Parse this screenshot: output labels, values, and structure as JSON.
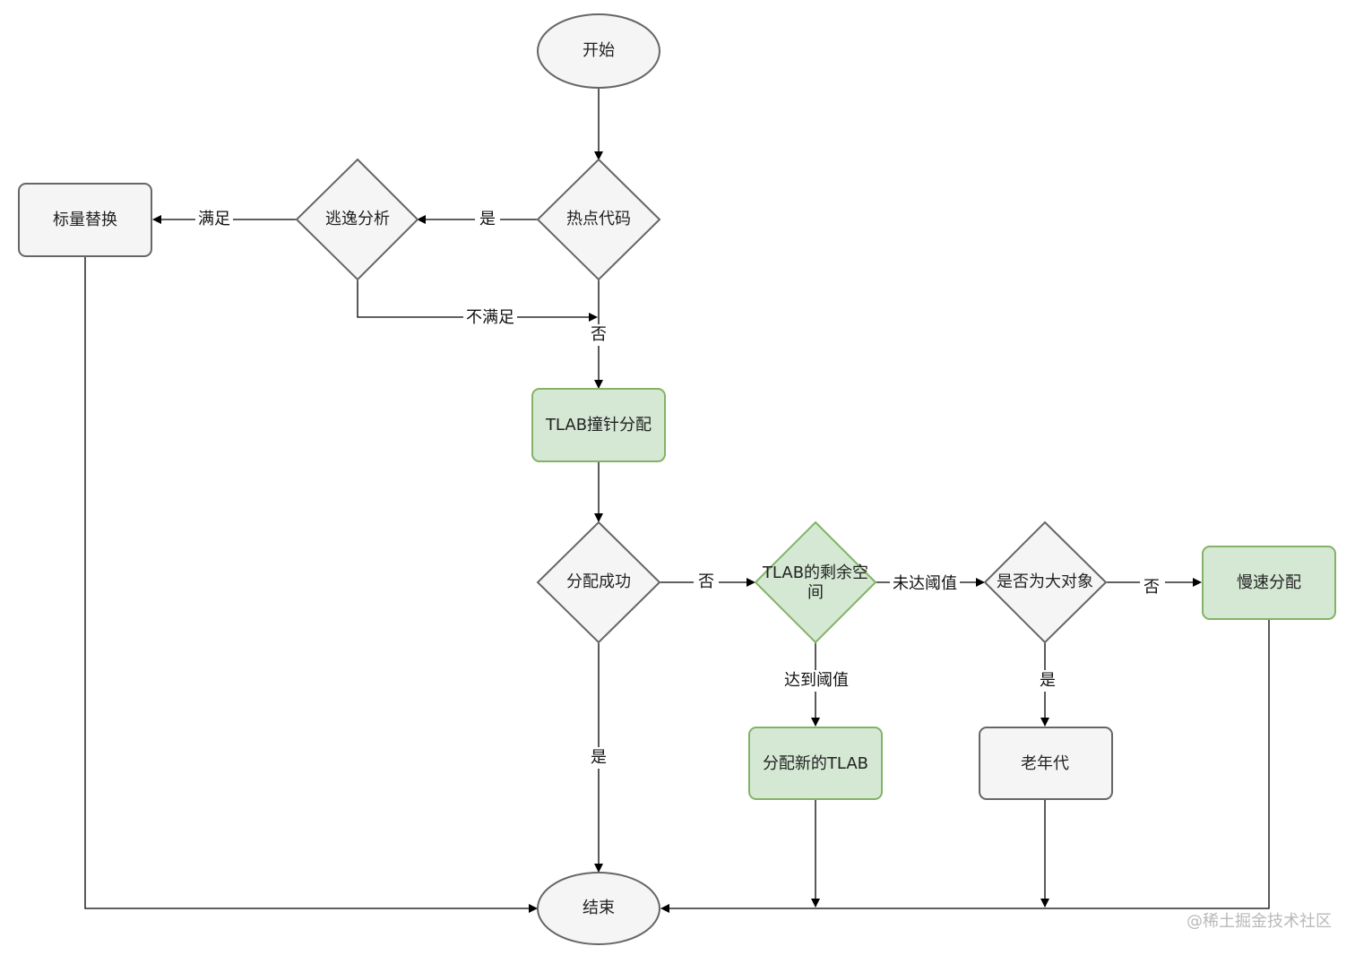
{
  "nodes": {
    "start": "开始",
    "hot_code": "热点代码",
    "escape_analysis": "逃逸分析",
    "scalar_replace": "标量替换",
    "tlab_bump": "TLAB撞针分配",
    "alloc_success": "分配成功",
    "tlab_space_line1": "TLAB的剩余空",
    "tlab_space_line2": "间",
    "is_large": "是否为大对象",
    "slow_alloc": "慢速分配",
    "new_tlab": "分配新的TLAB",
    "old_gen": "老年代",
    "end": "结束"
  },
  "edges": {
    "hot_yes": "是",
    "escape_satisfy": "满足",
    "escape_not_satisfy": "不满足",
    "hot_no": "否",
    "success_no": "否",
    "success_yes": "是",
    "below_threshold": "未达阈值",
    "reach_threshold": "达到阈值",
    "large_no": "否",
    "large_yes": "是"
  },
  "watermark": "@稀土掘金技术社区",
  "colors": {
    "gray_fill": "#f5f5f5",
    "gray_stroke": "#666666",
    "green_fill": "#d5e8d4",
    "green_stroke": "#82b366"
  }
}
